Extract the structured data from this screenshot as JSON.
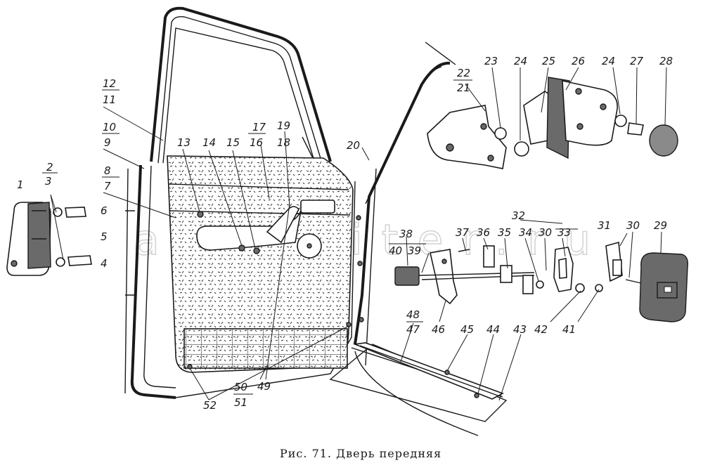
{
  "caption": "Рис. 71. Дверь передняя",
  "watermark": "autopiter.ru",
  "labels": [
    {
      "id": "1",
      "text": "1"
    },
    {
      "id": "2",
      "text": "2"
    },
    {
      "id": "3",
      "text": "3"
    },
    {
      "id": "4",
      "text": "4"
    },
    {
      "id": "5",
      "text": "5"
    },
    {
      "id": "6",
      "text": "6"
    },
    {
      "id": "7",
      "text": "7"
    },
    {
      "id": "8",
      "text": "8"
    },
    {
      "id": "9",
      "text": "9"
    },
    {
      "id": "10",
      "text": "10"
    },
    {
      "id": "11",
      "text": "11"
    },
    {
      "id": "12",
      "text": "12"
    },
    {
      "id": "13",
      "text": "13"
    },
    {
      "id": "14",
      "text": "14"
    },
    {
      "id": "15",
      "text": "15"
    },
    {
      "id": "16",
      "text": "16"
    },
    {
      "id": "17",
      "text": "17"
    },
    {
      "id": "18",
      "text": "18"
    },
    {
      "id": "19",
      "text": "19"
    },
    {
      "id": "20",
      "text": "20"
    },
    {
      "id": "21",
      "text": "21"
    },
    {
      "id": "22",
      "text": "22"
    },
    {
      "id": "23",
      "text": "23"
    },
    {
      "id": "24a",
      "text": "24"
    },
    {
      "id": "24b",
      "text": "24"
    },
    {
      "id": "25",
      "text": "25"
    },
    {
      "id": "26",
      "text": "26"
    },
    {
      "id": "27",
      "text": "27"
    },
    {
      "id": "28",
      "text": "28"
    },
    {
      "id": "29",
      "text": "29"
    },
    {
      "id": "30a",
      "text": "30"
    },
    {
      "id": "30b",
      "text": "30"
    },
    {
      "id": "31",
      "text": "31"
    },
    {
      "id": "32",
      "text": "32"
    },
    {
      "id": "33",
      "text": "33"
    },
    {
      "id": "34",
      "text": "34"
    },
    {
      "id": "35",
      "text": "35"
    },
    {
      "id": "36",
      "text": "36"
    },
    {
      "id": "37",
      "text": "37"
    },
    {
      "id": "38",
      "text": "38"
    },
    {
      "id": "39",
      "text": "39"
    },
    {
      "id": "40",
      "text": "40"
    },
    {
      "id": "41",
      "text": "41"
    },
    {
      "id": "42",
      "text": "42"
    },
    {
      "id": "43",
      "text": "43"
    },
    {
      "id": "44",
      "text": "44"
    },
    {
      "id": "45",
      "text": "45"
    },
    {
      "id": "46",
      "text": "46"
    },
    {
      "id": "47",
      "text": "47"
    },
    {
      "id": "48",
      "text": "48"
    },
    {
      "id": "49",
      "text": "49"
    },
    {
      "id": "50",
      "text": "50"
    },
    {
      "id": "51",
      "text": "51"
    },
    {
      "id": "52",
      "text": "52"
    }
  ]
}
